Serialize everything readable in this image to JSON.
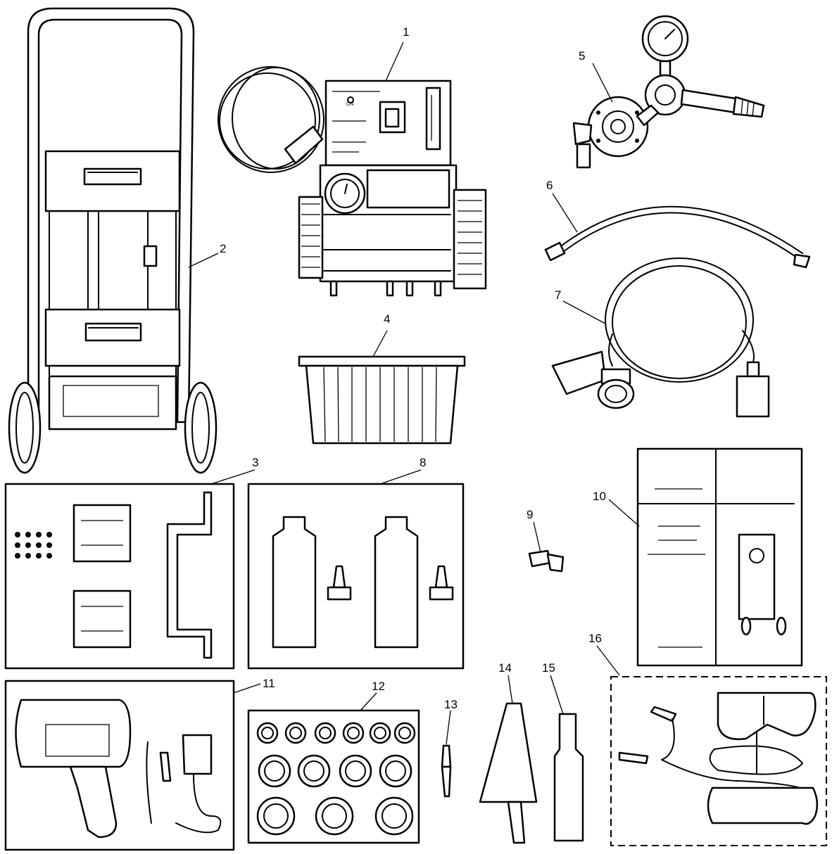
{
  "callouts": {
    "c1": "1",
    "c2": "2",
    "c3": "3",
    "c4": "4",
    "c5": "5",
    "c6": "6",
    "c7": "7",
    "c8": "8",
    "c9": "9",
    "c10": "10",
    "c11": "11",
    "c12": "12",
    "c13": "13",
    "c14": "14",
    "c15": "15",
    "c16": "16"
  },
  "labels": {
    "on": "ON"
  }
}
